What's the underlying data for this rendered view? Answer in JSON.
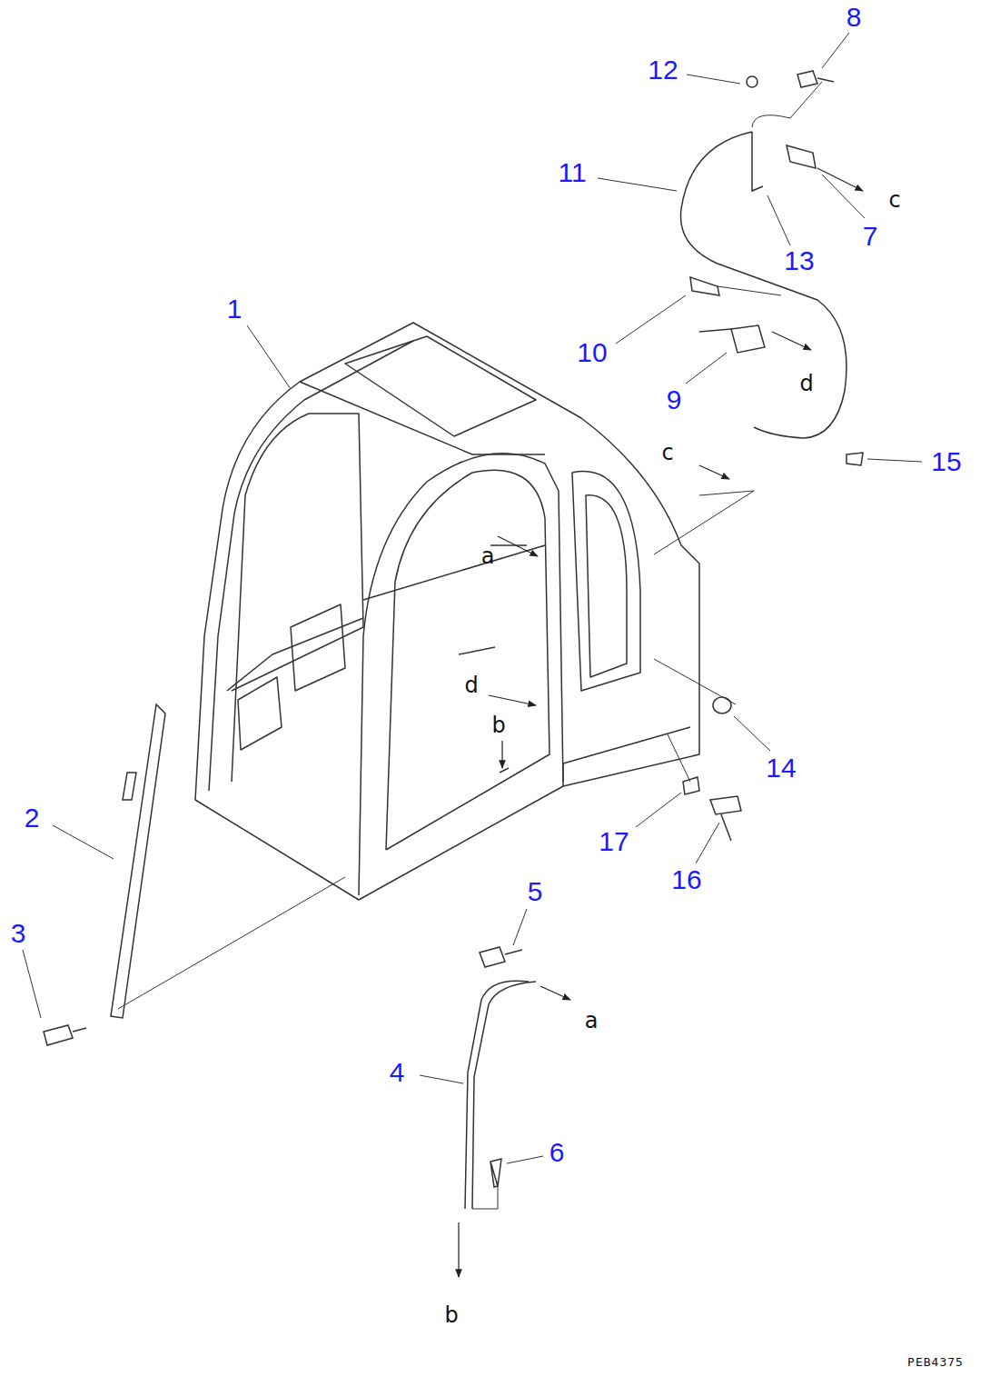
{
  "diagram": {
    "labels": [
      "8",
      "12",
      "11",
      "c",
      "7",
      "13",
      "10",
      "9",
      "d",
      "15",
      "1",
      "c",
      "a",
      "d",
      "b",
      "14",
      "2",
      "17",
      "16",
      "5",
      "3",
      "a",
      "4",
      "6",
      "b",
      "PEB4375"
    ]
  }
}
